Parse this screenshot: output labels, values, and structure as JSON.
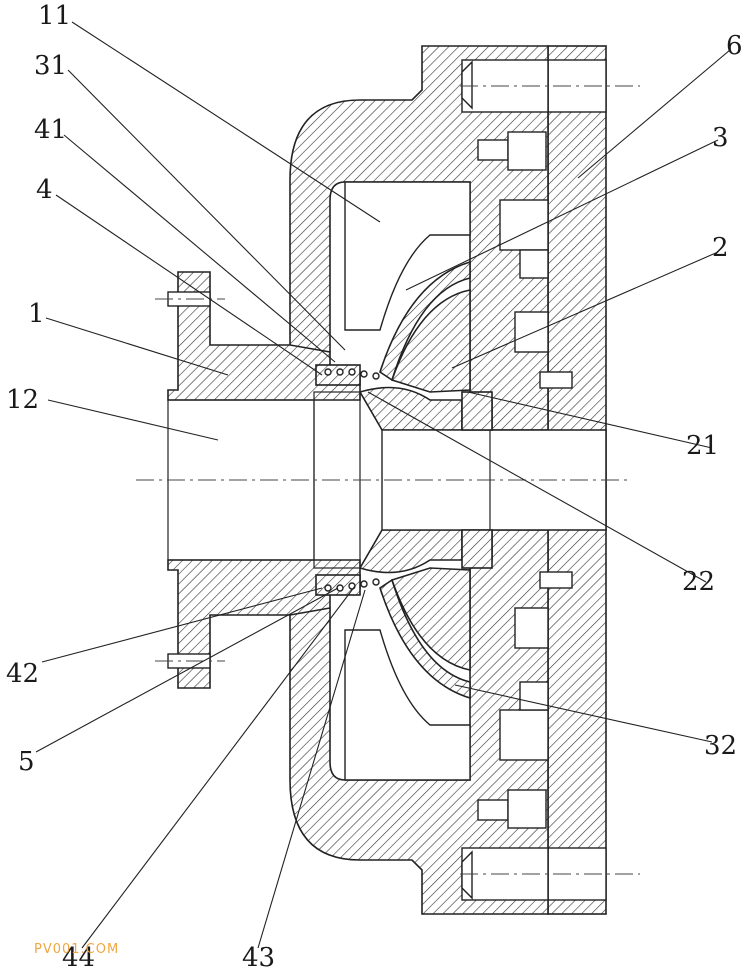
{
  "labels": {
    "l11": "11",
    "l31": "31",
    "l41": "41",
    "l4": "4",
    "l1": "1",
    "l12": "12",
    "l6": "6",
    "l3": "3",
    "l2": "2",
    "l21": "21",
    "l22": "22",
    "l42": "42",
    "l5": "5",
    "l32": "32",
    "l44": "44",
    "l43": "43"
  },
  "watermark": "PV001.COM",
  "colors": {
    "line": "#222222",
    "watermark": "#f0a640",
    "background": "#ffffff"
  }
}
